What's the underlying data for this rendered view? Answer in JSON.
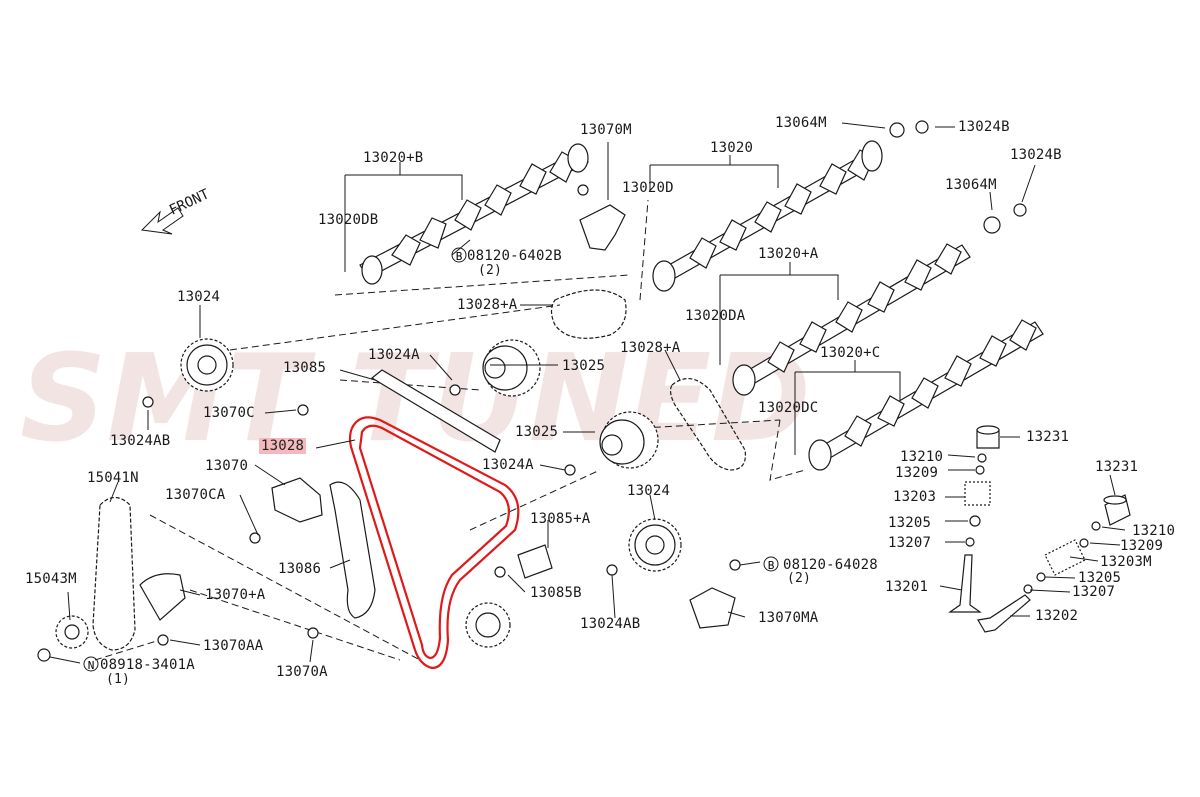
{
  "watermark": "SMT TUNED",
  "front_label": "FRONT",
  "labels": {
    "p13070M": "13070M",
    "p13020B": "13020+B",
    "p13020": "13020",
    "p13064M_top": "13064M",
    "p13024B_top": "13024B",
    "p13024B_right": "13024B",
    "p13064M_right": "13064M",
    "p13020D": "13020D",
    "p13020DB": "13020DB",
    "p08120_6402B": "08120-6402B",
    "p08120_6402B_qty": "(2)",
    "p13020A": "13020+A",
    "p13024": "13024",
    "p13028A_top": "13028+A",
    "p13020DA": "13020DA",
    "p13085": "13085",
    "p13024A_top": "13024A",
    "p13025_top": "13025",
    "p13028A_mid": "13028+A",
    "p13020C": "13020+C",
    "p13070C": "13070C",
    "p13020DC": "13020DC",
    "p13024AB_left": "13024AB",
    "p13028": "13028",
    "p13025_mid": "13025",
    "p13231_top": "13231",
    "p13070": "13070",
    "p13024A_mid": "13024A",
    "p13210_left": "13210",
    "p13209_left": "13209",
    "p15041N": "15041N",
    "p13070CA": "13070CA",
    "p13024_mid": "13024",
    "p13231_right": "13231",
    "p13203": "13203",
    "p13085A": "13085+A",
    "p13205_left": "13205",
    "p13210_right": "13210",
    "p13207_left": "13207",
    "p13209_right": "13209",
    "p13086": "13086",
    "p08120_64028": "08120-64028",
    "p08120_64028_qty": "(2)",
    "p13203M": "13203M",
    "p15043M": "15043M",
    "p13201": "13201",
    "p13205_right": "13205",
    "p13085B": "13085B",
    "p13070_A": "13070+A",
    "p13207_right": "13207",
    "p13070MA": "13070MA",
    "p13024AB_mid": "13024AB",
    "p13202": "13202",
    "p13070AA": "13070AA",
    "p08918_3401A": "08918-3401A",
    "p08918_3401A_qty": "(1)",
    "p13070A": "13070A"
  },
  "circle_marks": {
    "b1": "B",
    "b2": "B",
    "n1": "N"
  },
  "highlight_color": "#f4b9bd",
  "chain_color": "#e01a1a"
}
